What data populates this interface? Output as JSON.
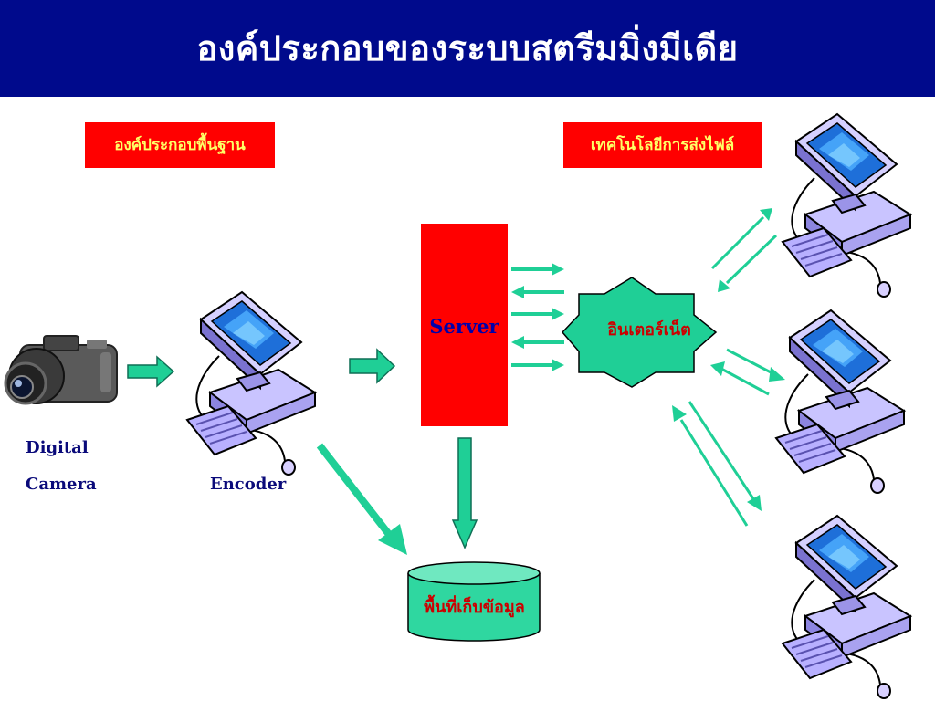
{
  "title": "องค์ประกอบของระบบสตรีมมิ่งมีเดีย",
  "labels": {
    "basic_components": "องค์ประกอบพื้นฐาน",
    "delivery_tech": "เทคโนโลยีการส่งไฟล์"
  },
  "nodes": {
    "server": "Server",
    "internet": "อินเตอร์เน็ต",
    "storage": "พื้นที่เก็บข้อมูล",
    "camera_line1": "Digital",
    "camera_line2": "Camera",
    "encoder": "Encoder"
  },
  "colors": {
    "title_bar": "#000a8c",
    "label_box": "#ff0000",
    "label_text": "#ffff66",
    "accent": "#1fcf96",
    "node_text_red": "#cc0000",
    "node_text_blue": "#0000aa"
  }
}
